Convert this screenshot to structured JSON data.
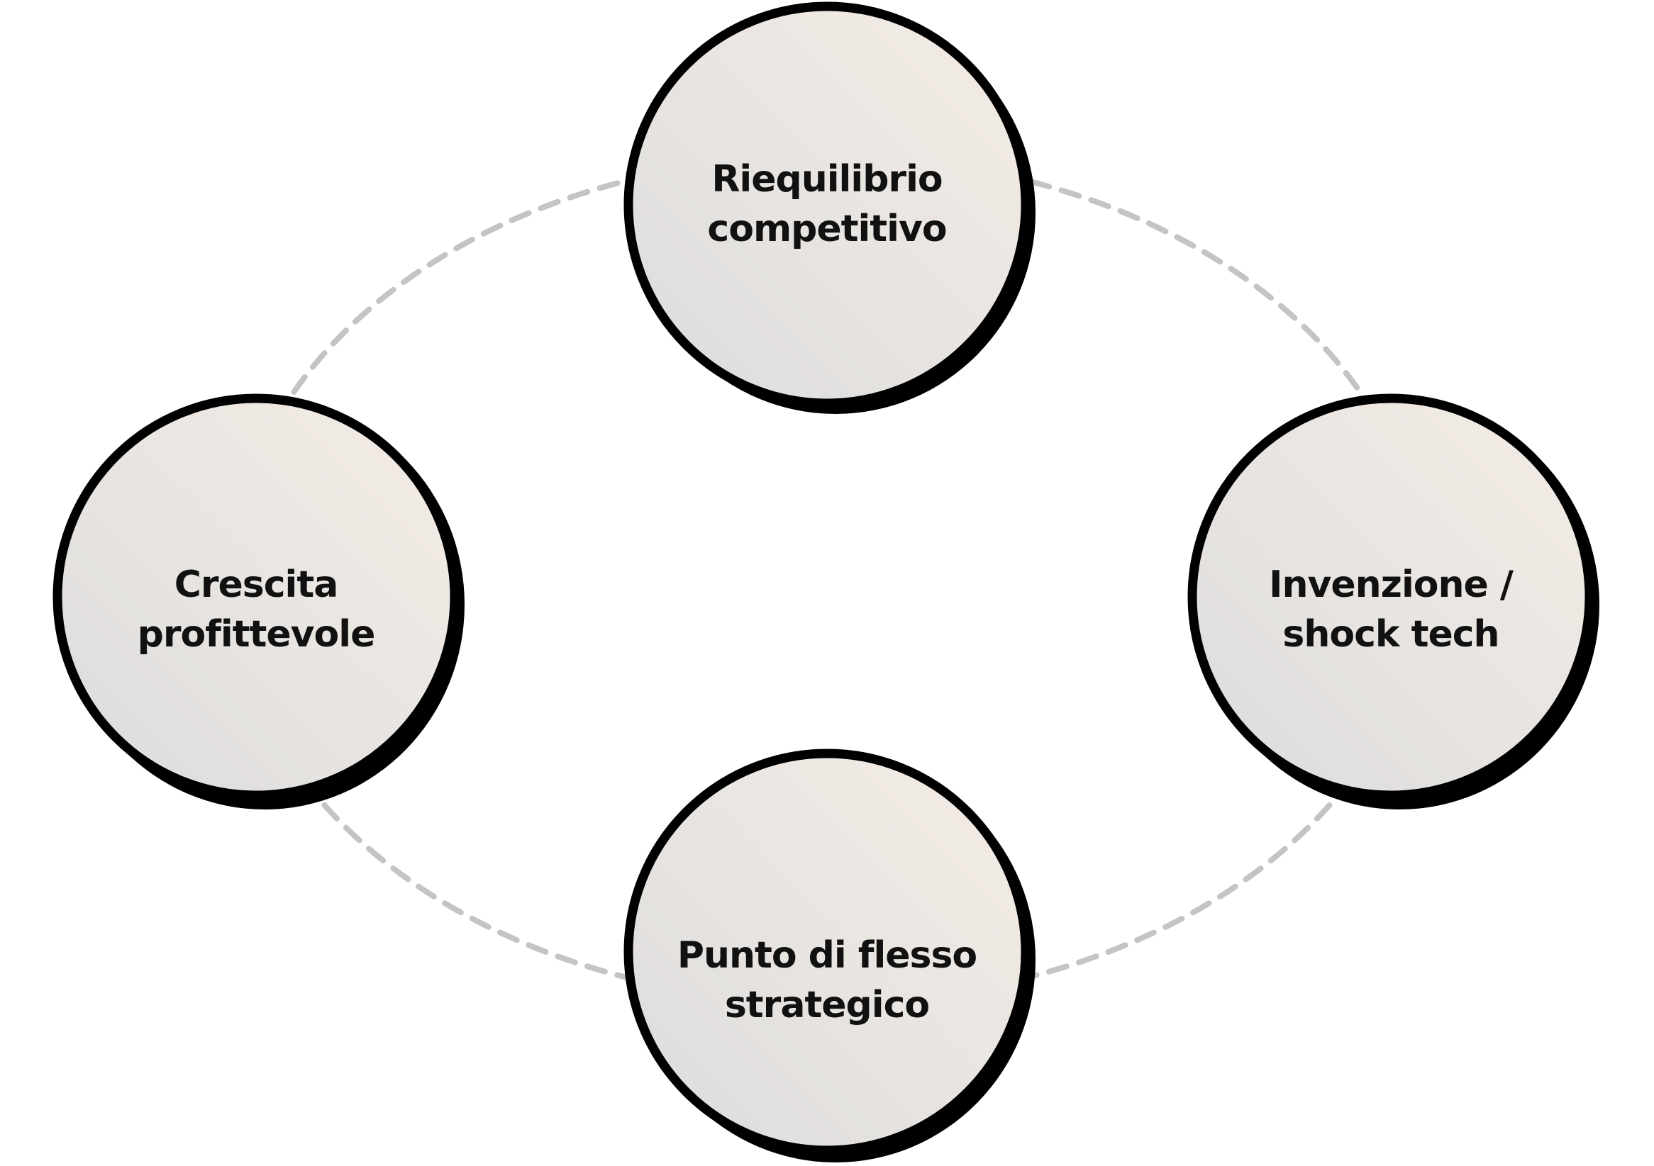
{
  "diagram": {
    "type": "cycle",
    "colors": {
      "node_fill_light": "#f5ede6",
      "node_fill_dark": "#dcdcdc",
      "node_outline": "#000000",
      "connector": "#c4c4c4",
      "text": "#111111"
    },
    "nodes": [
      {
        "id": "top",
        "line1": "Riequilibrio",
        "line2": "competitivo"
      },
      {
        "id": "right",
        "line1": "Invenzione /",
        "line2": "shock tech"
      },
      {
        "id": "bottom",
        "line1": "Punto di flesso",
        "line2": "strategico"
      },
      {
        "id": "left",
        "line1": "Crescita",
        "line2": "profittevole"
      }
    ]
  }
}
